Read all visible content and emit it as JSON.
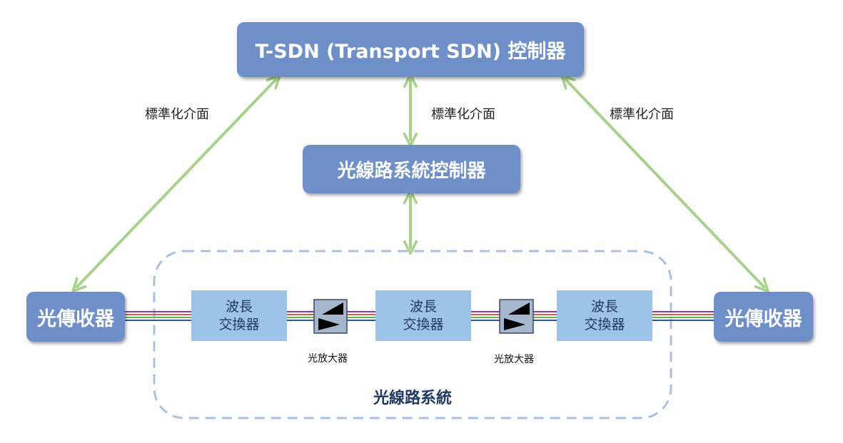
{
  "controllers": {
    "tsdn_label": "T-SDN (Transport SDN) 控制器",
    "optical_line_system_controller_label": "光線路系統控制器"
  },
  "interfaces": {
    "left_label": "標準化介面",
    "center_label": "標準化介面",
    "right_label": "標準化介面"
  },
  "transceivers": {
    "left_label": "光傳收器",
    "right_label": "光傳收器"
  },
  "switches": [
    {
      "line1": "波長",
      "line2": "交換器"
    },
    {
      "line1": "波長",
      "line2": "交換器"
    },
    {
      "line1": "波長",
      "line2": "交換器"
    }
  ],
  "amplifiers": [
    {
      "label": "光放大器"
    },
    {
      "label": "光放大器"
    }
  ],
  "optical_line_system": {
    "label": "光線路系統"
  },
  "colors": {
    "controller_fill": "#6f8fc9",
    "switch_fill": "#9dc3e6",
    "arrow_green": "#a9d18e",
    "boundary_dash": "#a9c1de",
    "fiber_colors": [
      "#7f3f98",
      "#c55a5a",
      "#70ad47",
      "#2f5597"
    ]
  }
}
